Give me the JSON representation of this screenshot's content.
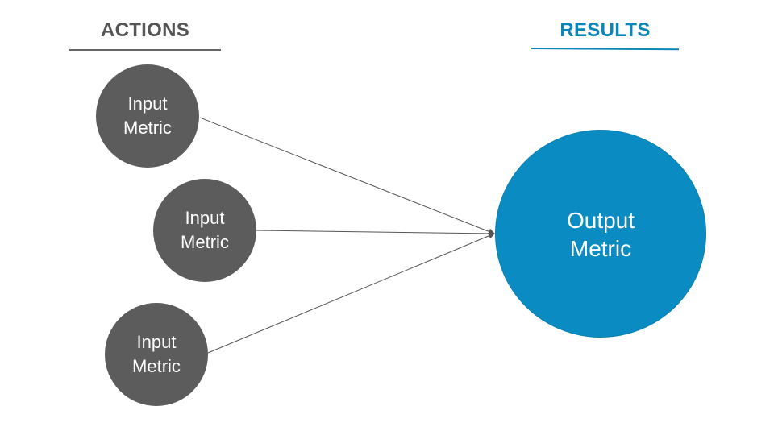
{
  "headers": {
    "actions": "ACTIONS",
    "results": "RESULTS"
  },
  "inputs": [
    {
      "line1": "Input",
      "line2": "Metric"
    },
    {
      "line1": "Input",
      "line2": "Metric"
    },
    {
      "line1": "Input",
      "line2": "Metric"
    }
  ],
  "output": {
    "line1": "Output",
    "line2": "Metric"
  },
  "colors": {
    "actions_heading": "#555555",
    "results_accent": "#0b86b8",
    "input_fill": "#5c5c5c",
    "output_fill": "#0a8cc3",
    "connector": "#555555"
  }
}
